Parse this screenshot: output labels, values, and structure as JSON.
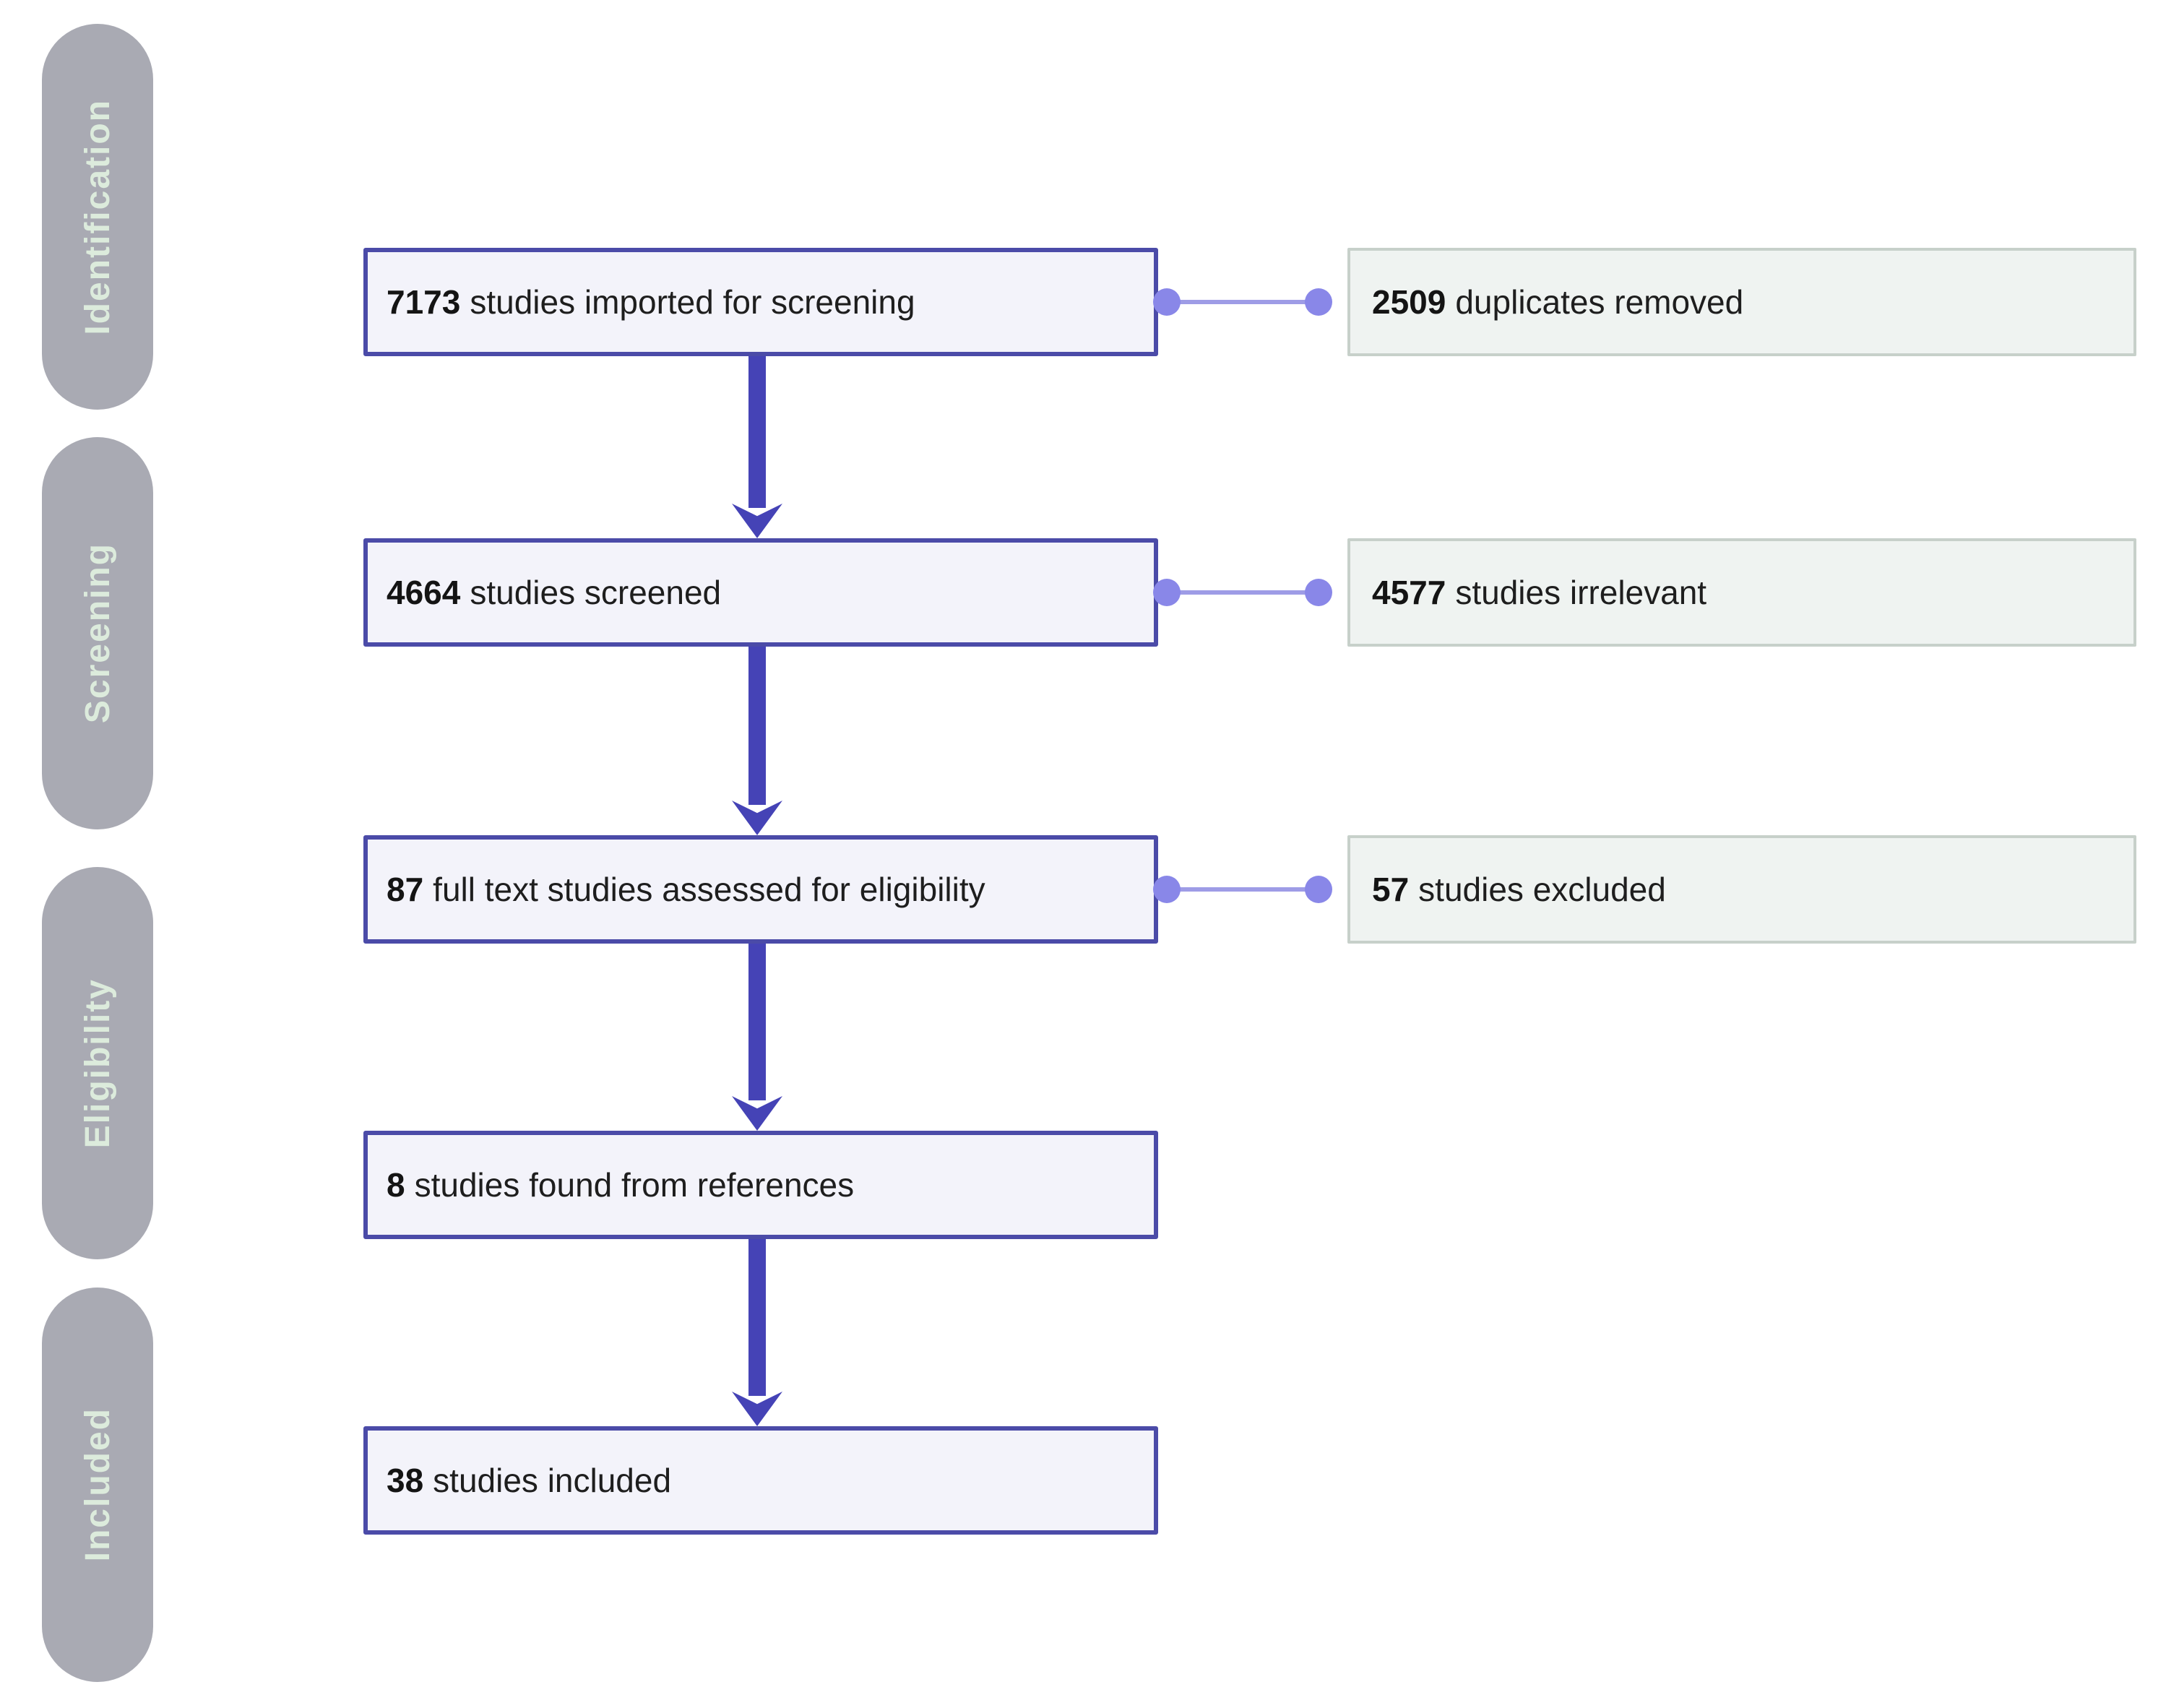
{
  "diagram": {
    "kind": "prisma-flow",
    "background": "#ffffff"
  },
  "palette": {
    "main_box_border": "#4b4ba8",
    "main_box_fill": "#f3f3fa",
    "side_box_border": "#c7d0ca",
    "side_box_fill": "#eff3f1",
    "arrow": "#4543b6",
    "connector_line": "#9e9ce6",
    "connector_dot": "#8987e8",
    "stage_pill_fill": "#a9aab3",
    "stage_pill_text": "#dcebdc",
    "box_text": "#1e1e1e"
  },
  "stages": [
    {
      "label": "Identification"
    },
    {
      "label": "Screening"
    },
    {
      "label": "Eligibility"
    },
    {
      "label": "Included"
    }
  ],
  "flow": {
    "main_boxes": [
      {
        "count": "7173",
        "label": "studies imported for screening"
      },
      {
        "count": "4664",
        "label": "studies screened"
      },
      {
        "count": "87",
        "label": "full text studies assessed for eligibility"
      },
      {
        "count": "8",
        "label": "studies found from references"
      },
      {
        "count": "38",
        "label": "studies included"
      }
    ],
    "side_boxes": [
      {
        "count": "2509",
        "label": "duplicates removed"
      },
      {
        "count": "4577",
        "label": "studies irrelevant"
      },
      {
        "count": "57",
        "label": "studies excluded"
      }
    ]
  }
}
